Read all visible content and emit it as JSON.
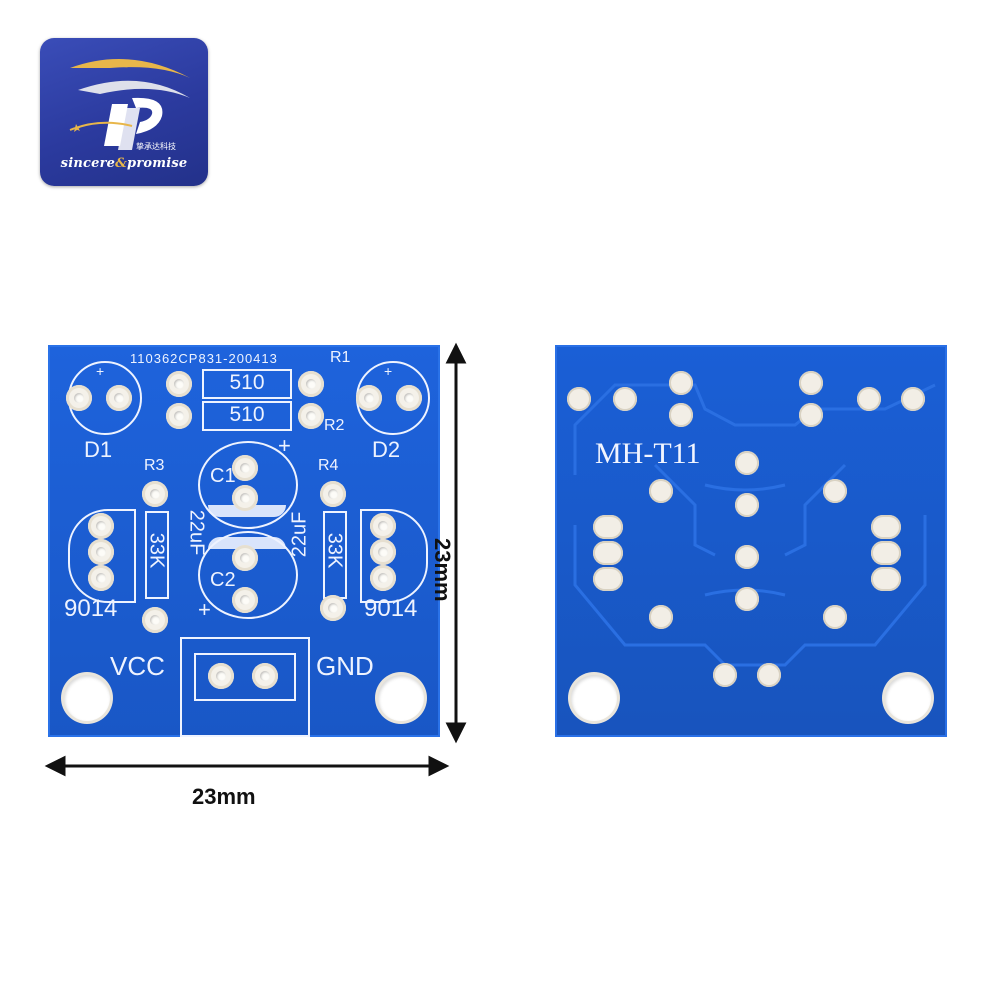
{
  "logo": {
    "brand_left": "sincere",
    "brand_amp": "&",
    "brand_right": "promise",
    "chinese": "挚承达科技"
  },
  "front": {
    "code": "110362CP831-200413",
    "r1": "R1",
    "r2": "R2",
    "r3": "R3",
    "r4": "R4",
    "r1_val": "510",
    "r2_val": "510",
    "d1": "D1",
    "d2": "D2",
    "c1": "C1",
    "c2": "C2",
    "cap1": "22uF",
    "cap2": "22uF",
    "res3": "33K",
    "res4": "33K",
    "t1": "9014",
    "t2": "9014",
    "vcc": "VCC",
    "gnd": "GND",
    "plus": "+"
  },
  "back": {
    "model": "MH-T11"
  },
  "dimensions": {
    "width": "23mm",
    "height": "23mm"
  },
  "colors": {
    "board": "#1c5fd4",
    "silkscreen": "#eef3ff",
    "pad": "#f4f1ea"
  }
}
